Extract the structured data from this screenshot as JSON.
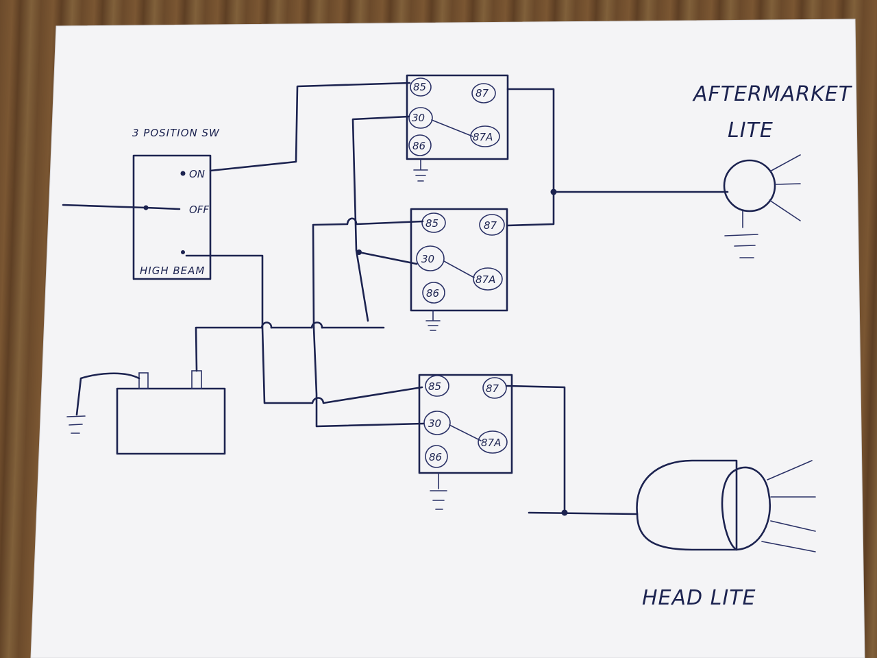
{
  "switch": {
    "title": "3 POSITION SW",
    "on": "ON",
    "off": "OFF",
    "high_beam": "HIGH BEAM"
  },
  "relays": [
    {
      "p85": "85",
      "p87": "87",
      "p30": "30",
      "p87a": "87A",
      "p86": "86"
    },
    {
      "p85": "85",
      "p87": "87",
      "p30": "30",
      "p87a": "87A",
      "p86": "86"
    },
    {
      "p85": "85",
      "p87": "87",
      "p30": "30",
      "p87a": "87A",
      "p86": "86"
    }
  ],
  "labels": {
    "aftermarket_line1": "AFTERMARKET",
    "aftermarket_line2": "LITE",
    "headlite": "HEAD LITE"
  }
}
